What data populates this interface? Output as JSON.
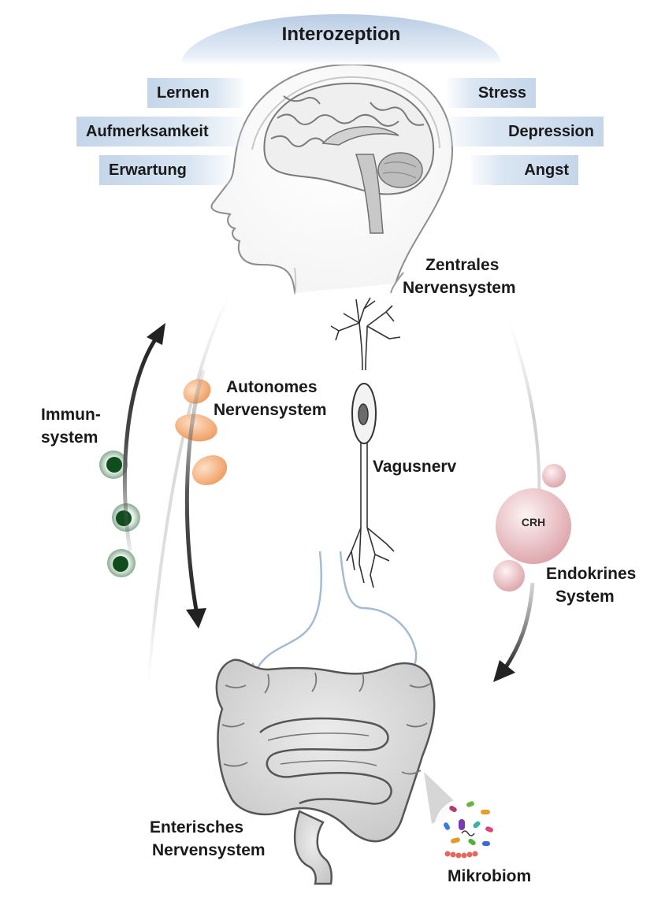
{
  "header": {
    "title": "Interozeption"
  },
  "left_factors": [
    "Lernen",
    "Aufmerksamkeit",
    "Erwartung"
  ],
  "right_factors": [
    "Stress",
    "Depression",
    "Angst"
  ],
  "labels": {
    "cns_line1": "Zentrales",
    "cns_line2": "Nervensystem",
    "ans_line1": "Autonomes",
    "ans_line2": "Nervensystem",
    "immune_line1": "Immun-",
    "immune_line2": "system",
    "vagus": "Vagusnerv",
    "crh": "CRH",
    "endocrine_line1": "Endokrines",
    "endocrine_line2": "System",
    "ens_line1": "Enterisches",
    "ens_line2": "Nervensystem",
    "microbiome": "Mikrobiom"
  },
  "colors": {
    "title_band": "#b8cce4",
    "factor_box": "#c5d6ea",
    "autonomic_cells": "#f2a56e",
    "immune_cell_core": "#0f4d1c",
    "immune_cell_ring": "#9dbba4",
    "endocrine_cells": "#e7b8bd",
    "gut": "#d6d6d6",
    "stomach_outline": "#9fb9d3"
  },
  "icons": {
    "head": "human-head-brain-icon",
    "neuron": "neuron-icon",
    "intestine": "intestine-icon",
    "microbiome": "bacteria-cluster-icon"
  }
}
